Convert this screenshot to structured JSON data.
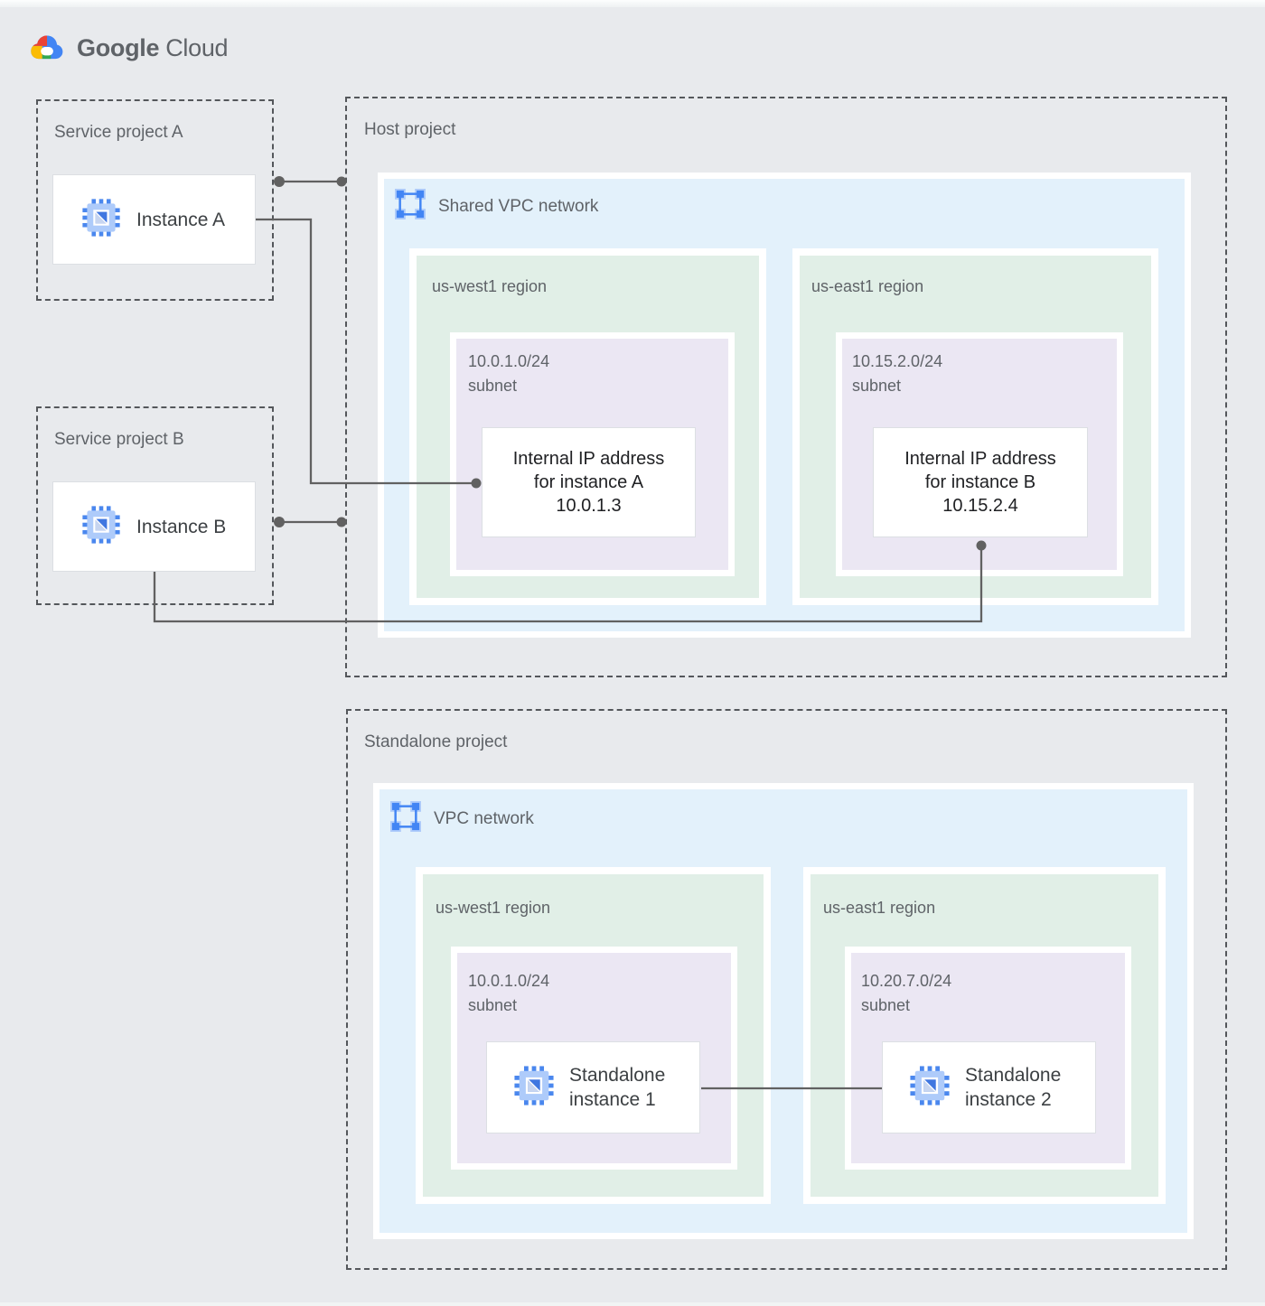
{
  "logo": {
    "brand_google": "Google",
    "brand_cloud": "Cloud"
  },
  "colors": {
    "background": "#e8eaed",
    "network_blue": "#e3f1fb",
    "region_green": "#e1efe7",
    "subnet_purple": "#ebe7f3",
    "line_gray": "#616161",
    "label_gray": "#5f6368",
    "brand_blue": "#4285f4",
    "brand_red": "#ea4335",
    "brand_yellow": "#fbbc05",
    "brand_green": "#34a853"
  },
  "icons": {
    "logo": "google-cloud-logo-icon",
    "network": "vpc-network-icon",
    "instance": "compute-engine-icon"
  },
  "service_project_a": {
    "title": "Service project A",
    "instance_label": "Instance A"
  },
  "service_project_b": {
    "title": "Service project B",
    "instance_label": "Instance B"
  },
  "host_project": {
    "title": "Host project",
    "network_label": "Shared VPC network",
    "regions": [
      {
        "title": "us-west1 region",
        "subnet_cidr": "10.0.1.0/24",
        "subnet_word": "subnet",
        "ip_line1": "Internal IP address",
        "ip_line2": "for instance A",
        "ip_line3": "10.0.1.3"
      },
      {
        "title": "us-east1 region",
        "subnet_cidr": "10.15.2.0/24",
        "subnet_word": "subnet",
        "ip_line1": "Internal IP address",
        "ip_line2": "for instance B",
        "ip_line3": "10.15.2.4"
      }
    ]
  },
  "standalone_project": {
    "title": "Standalone project",
    "network_label": "VPC network",
    "regions": [
      {
        "title": "us-west1 region",
        "subnet_cidr": "10.0.1.0/24",
        "subnet_word": "subnet",
        "instance_line1": "Standalone",
        "instance_line2": "instance 1"
      },
      {
        "title": "us-east1 region",
        "subnet_cidr": "10.20.7.0/24",
        "subnet_word": "subnet",
        "instance_line1": "Standalone",
        "instance_line2": "instance 2"
      }
    ]
  }
}
